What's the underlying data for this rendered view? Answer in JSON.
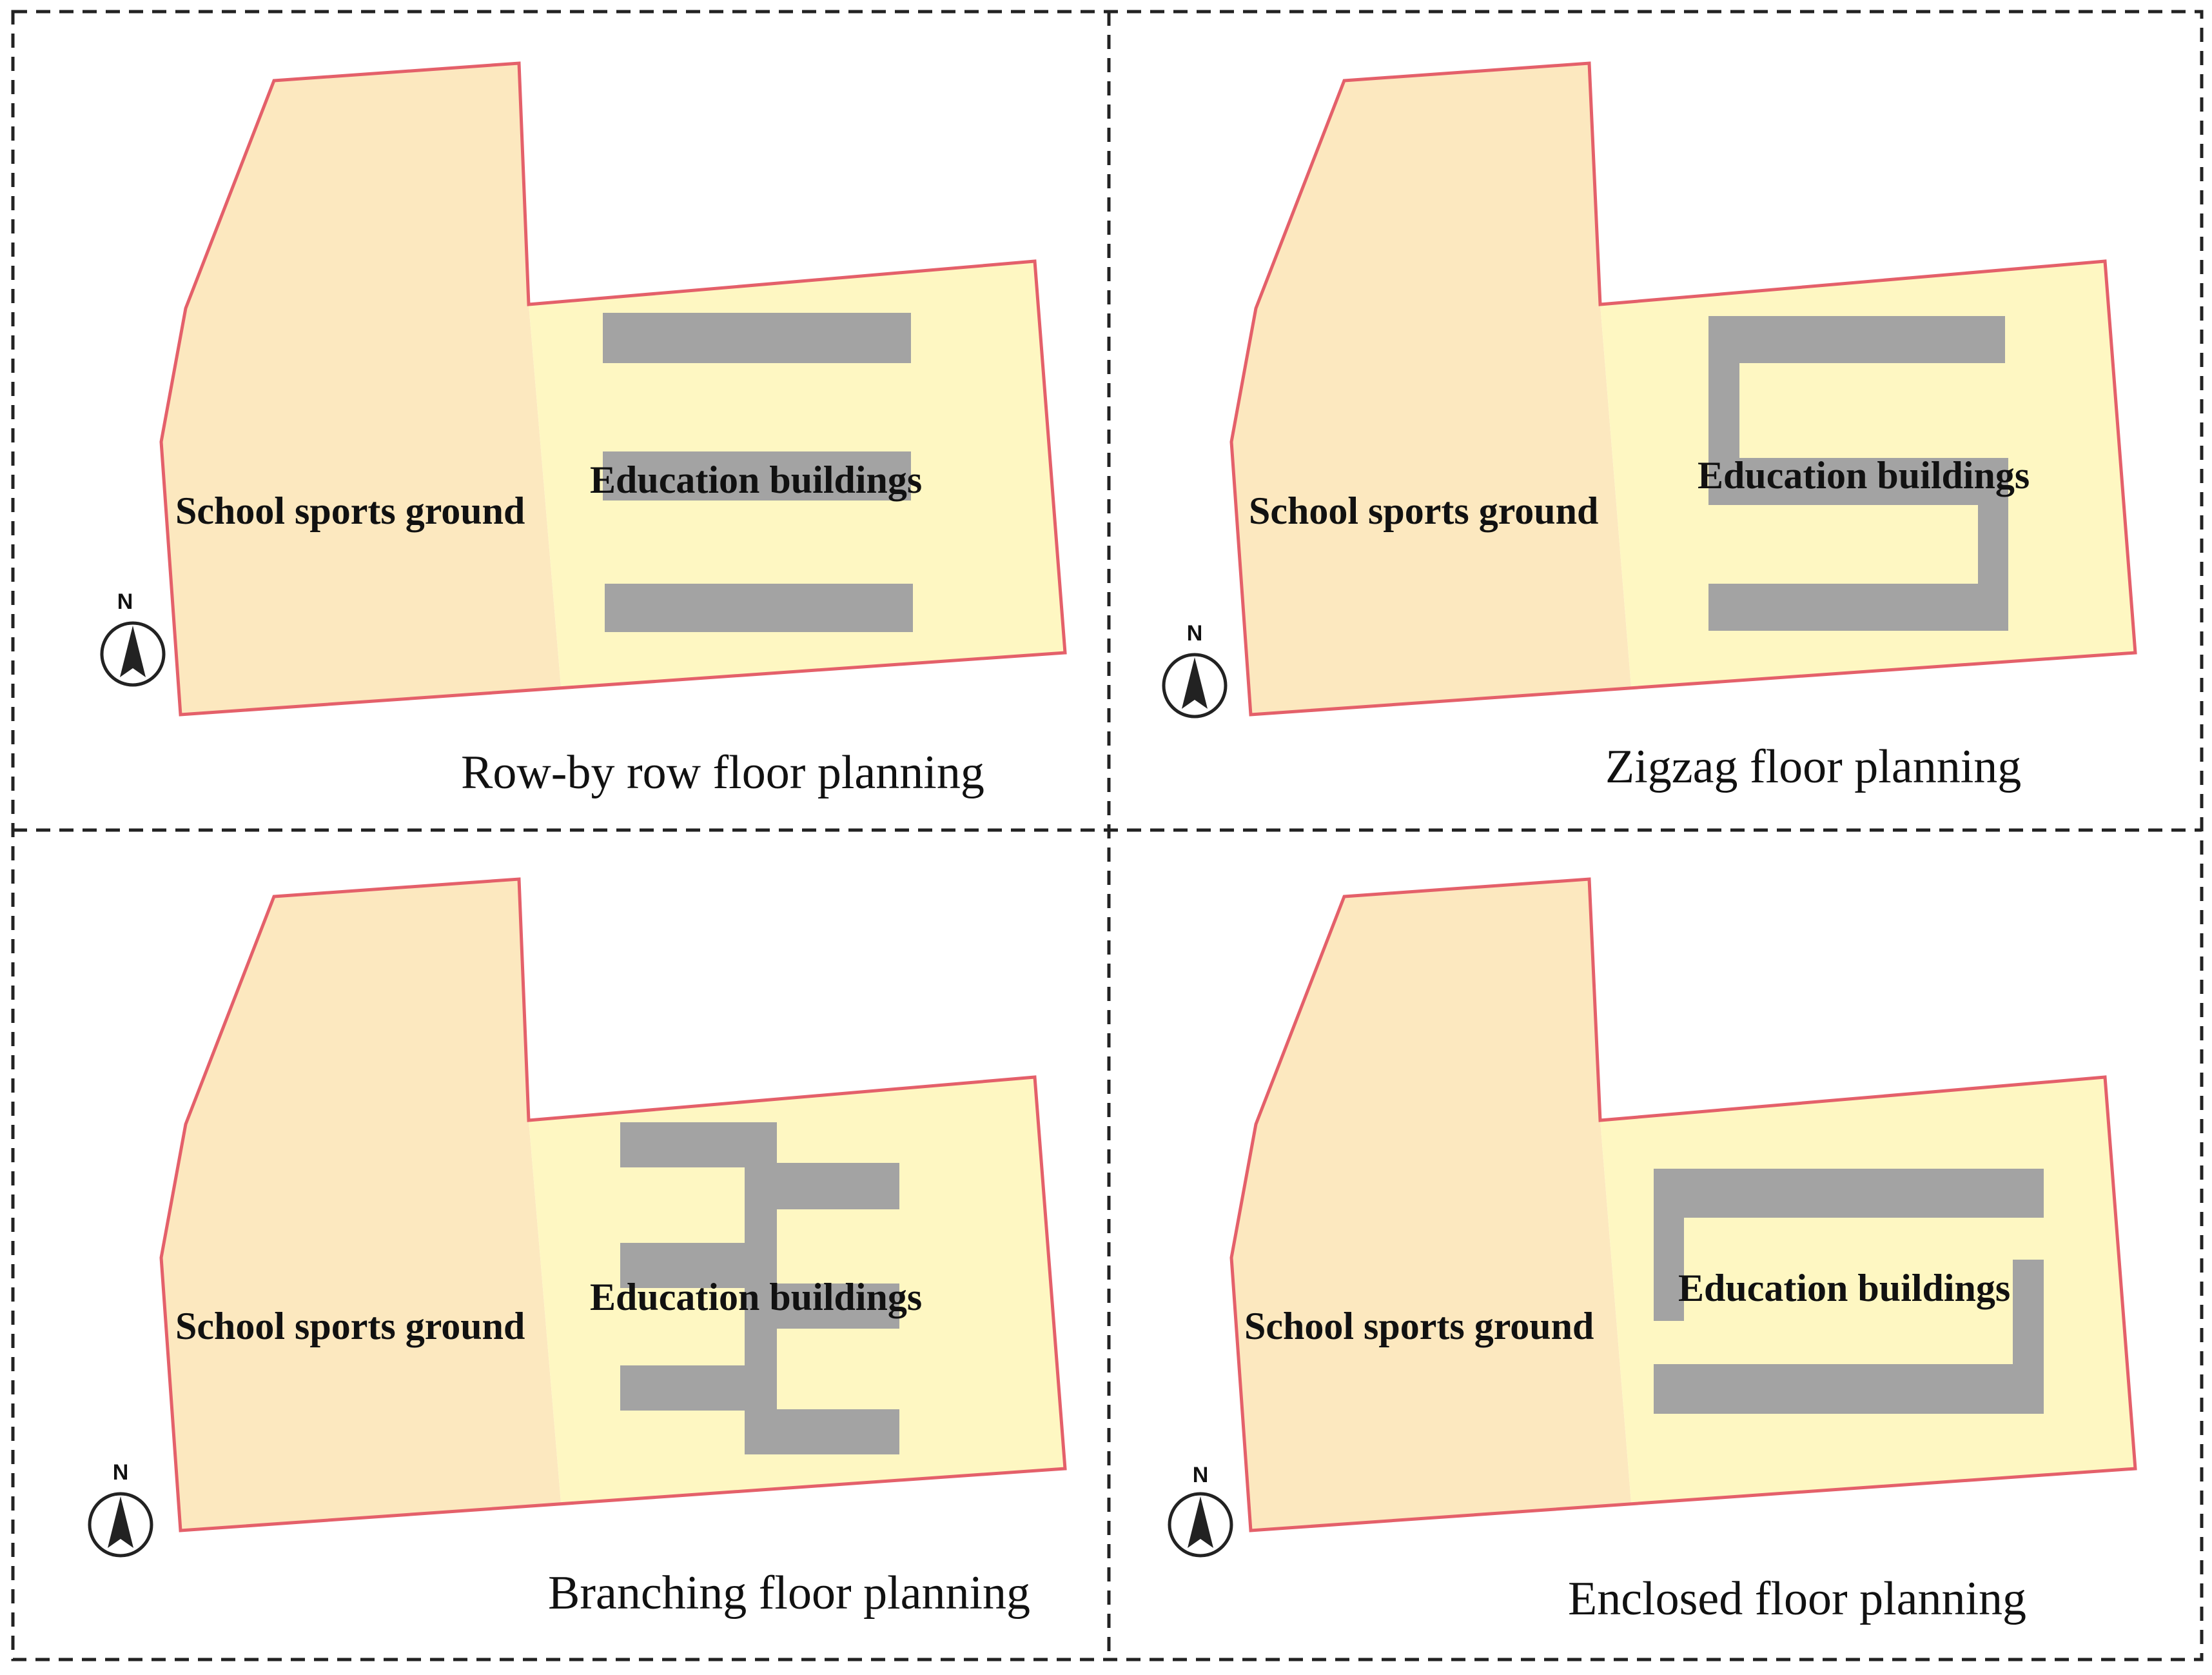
{
  "colors": {
    "sports_ground_fill": "#fce8bf",
    "education_area_fill": "#fef7c2",
    "boundary_stroke": "#e4606a",
    "building_fill": "#a3a3a3",
    "frame_stroke": "#222222"
  },
  "north_arrow": {
    "label": "N",
    "icon": "north-arrow-icon"
  },
  "panels": [
    {
      "id": "row-by-row",
      "sports_label": "School sports ground",
      "education_label": "Education buildings",
      "caption": "Row-by row floor planning"
    },
    {
      "id": "zigzag",
      "sports_label": "School sports ground",
      "education_label": "Education buildings",
      "caption": "Zigzag floor planning"
    },
    {
      "id": "branching",
      "sports_label": "School sports ground",
      "education_label": "Education buildings",
      "caption": "Branching floor planning"
    },
    {
      "id": "enclosed",
      "sports_label": "School sports ground",
      "education_label": "Education buildings",
      "caption": "Enclosed floor planning"
    }
  ]
}
